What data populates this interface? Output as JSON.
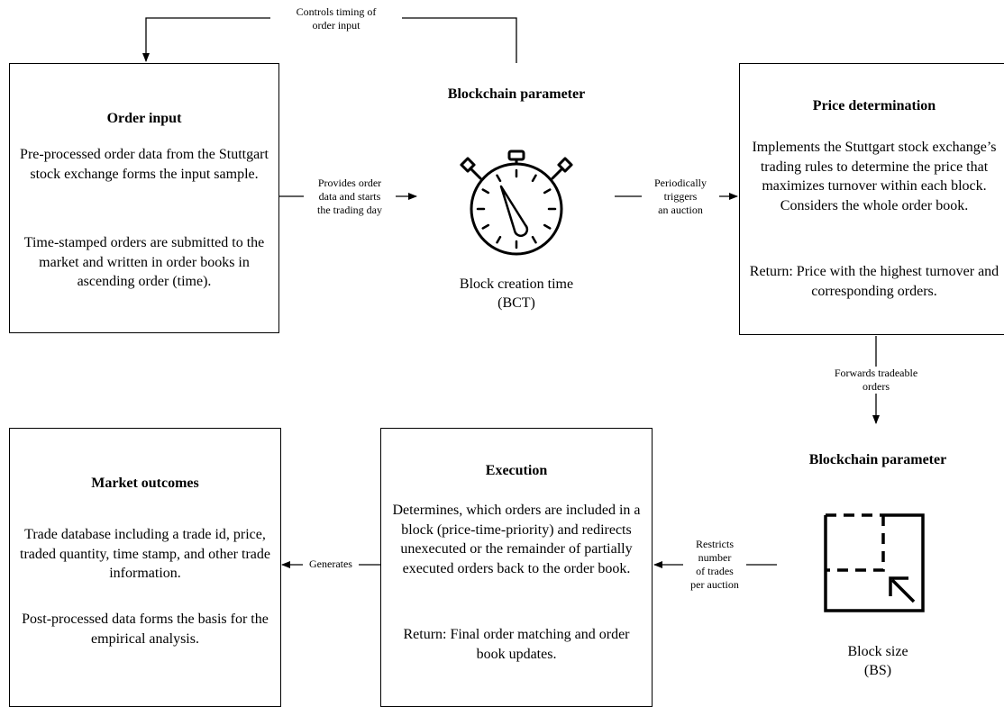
{
  "boxes": {
    "order_input": {
      "title": "Order input",
      "para1": "Pre-processed order data from the Stuttgart stock exchange forms the input sample.",
      "para2": "Time-stamped orders are submitted to the market and written in order books in ascending order (time)."
    },
    "price_determination": {
      "title": "Price determination",
      "para1": "Implements the Stuttgart stock exchange’s trading rules to determine the price that maximizes turnover within each block. Considers the whole order book.",
      "para2": "Return: Price with the highest turnover and corresponding orders."
    },
    "execution": {
      "title": "Execution",
      "para1": "Determines, which orders are included in a block (price-time-priority) and redirects unexecuted or the remainder of partially executed orders back to the order book.",
      "para2": "Return: Final order matching and order book updates."
    },
    "market_outcomes": {
      "title": "Market outcomes",
      "para1": "Trade database including a trade id, price, traded quantity, time stamp, and other trade information.",
      "para2": "Post-processed data forms the basis for the empirical analysis."
    }
  },
  "parameters": {
    "bct": {
      "heading": "Blockchain parameter",
      "caption_line1": "Block creation time",
      "caption_line2": "(BCT)",
      "icon": "stopwatch-icon"
    },
    "bs": {
      "heading": "Blockchain parameter",
      "caption_line1": "Block size",
      "caption_line2": "(BS)",
      "icon": "block-size-icon"
    }
  },
  "edges": {
    "controls_timing": {
      "line1": "Controls timing of",
      "line2": "order input"
    },
    "provides_order_data": {
      "line1": "Provides order",
      "line2": "data and starts",
      "line3": "the trading day"
    },
    "periodically_triggers": {
      "line1": "Periodically",
      "line2": "triggers",
      "line3": "an auction"
    },
    "forwards_tradeable": {
      "line1": "Forwards tradeable",
      "line2": "orders"
    },
    "restricts_number": {
      "line1": "Restricts",
      "line2": "number",
      "line3": "of trades",
      "line4": "per auction"
    },
    "generates": {
      "line1": "Generates"
    }
  }
}
